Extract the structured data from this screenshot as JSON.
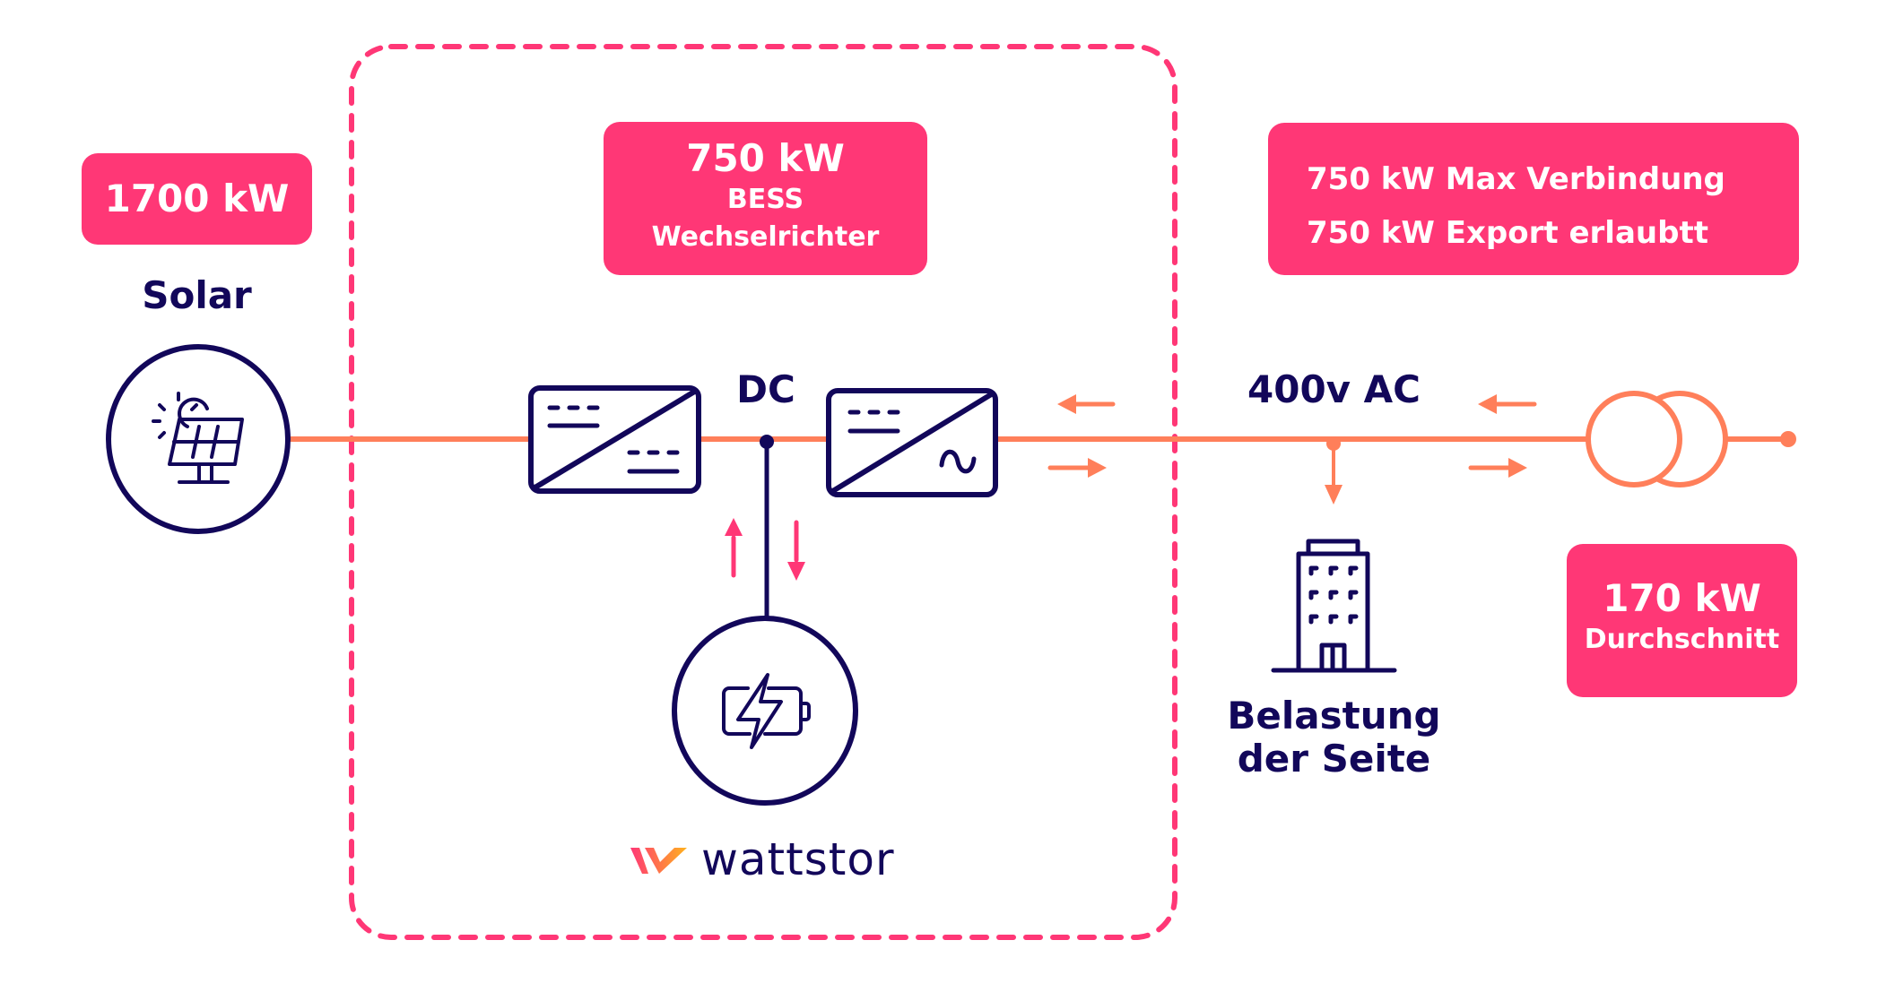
{
  "colors": {
    "pink": "#ff3776",
    "navy": "#12075a",
    "coral": "#ff7f5a",
    "logo_orange": "#ffb21e"
  },
  "solar": {
    "capacity": "1700 kW",
    "label": "Solar",
    "icon": "solar-panel-icon"
  },
  "bess": {
    "capacity": "750 kW",
    "line1": "BESS",
    "line2": "Wechselrichter",
    "dc_label": "DC",
    "icon": "battery-charging-icon"
  },
  "grid": {
    "line1": "750 kW Max Verbindung",
    "line2": "750 kW Export erlaubtt",
    "ac_label": "400v AC",
    "icon": "transformer-icon"
  },
  "load": {
    "label_line1": "Belastung",
    "label_line2": "der Seite",
    "value": "170 kW",
    "value_label": "Durchschnitt",
    "icon": "building-icon"
  },
  "brand": {
    "name": "wattstor"
  }
}
